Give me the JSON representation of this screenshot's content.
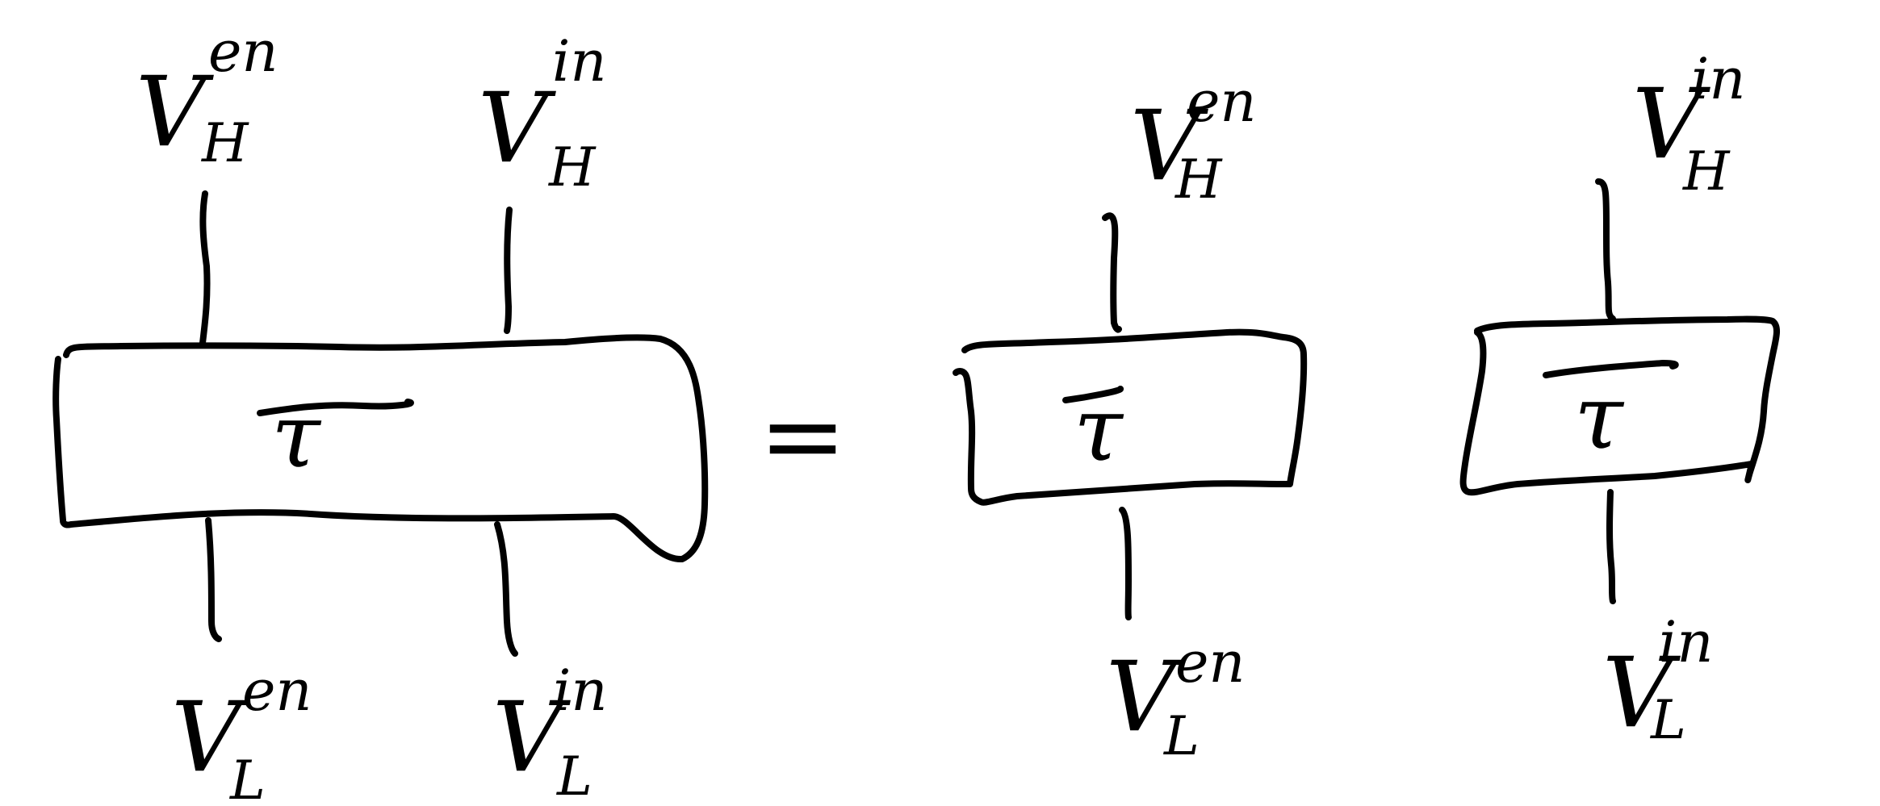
{
  "colors": {
    "ink": "#000000",
    "background": "#ffffff"
  },
  "lhs": {
    "box_label": "τ",
    "top_legs": [
      {
        "base": "V",
        "sup": "en",
        "sub": "H"
      },
      {
        "base": "V",
        "sup": "in",
        "sub": "H"
      }
    ],
    "bottom_legs": [
      {
        "base": "V",
        "sup": "en",
        "sub": "L"
      },
      {
        "base": "V",
        "sup": "in",
        "sub": "L"
      }
    ]
  },
  "equals_sign": "=",
  "rhs": {
    "left_box": {
      "box_label": "τ",
      "top_leg": {
        "base": "V",
        "sup": "en",
        "sub": "H"
      },
      "bottom_leg": {
        "base": "V",
        "sup": "en",
        "sub": "L"
      }
    },
    "right_box": {
      "box_label": "τ",
      "top_leg": {
        "base": "V",
        "sup": "in",
        "sub": "H"
      },
      "bottom_leg": {
        "base": "V",
        "sup": "in",
        "sub": "L"
      }
    }
  }
}
